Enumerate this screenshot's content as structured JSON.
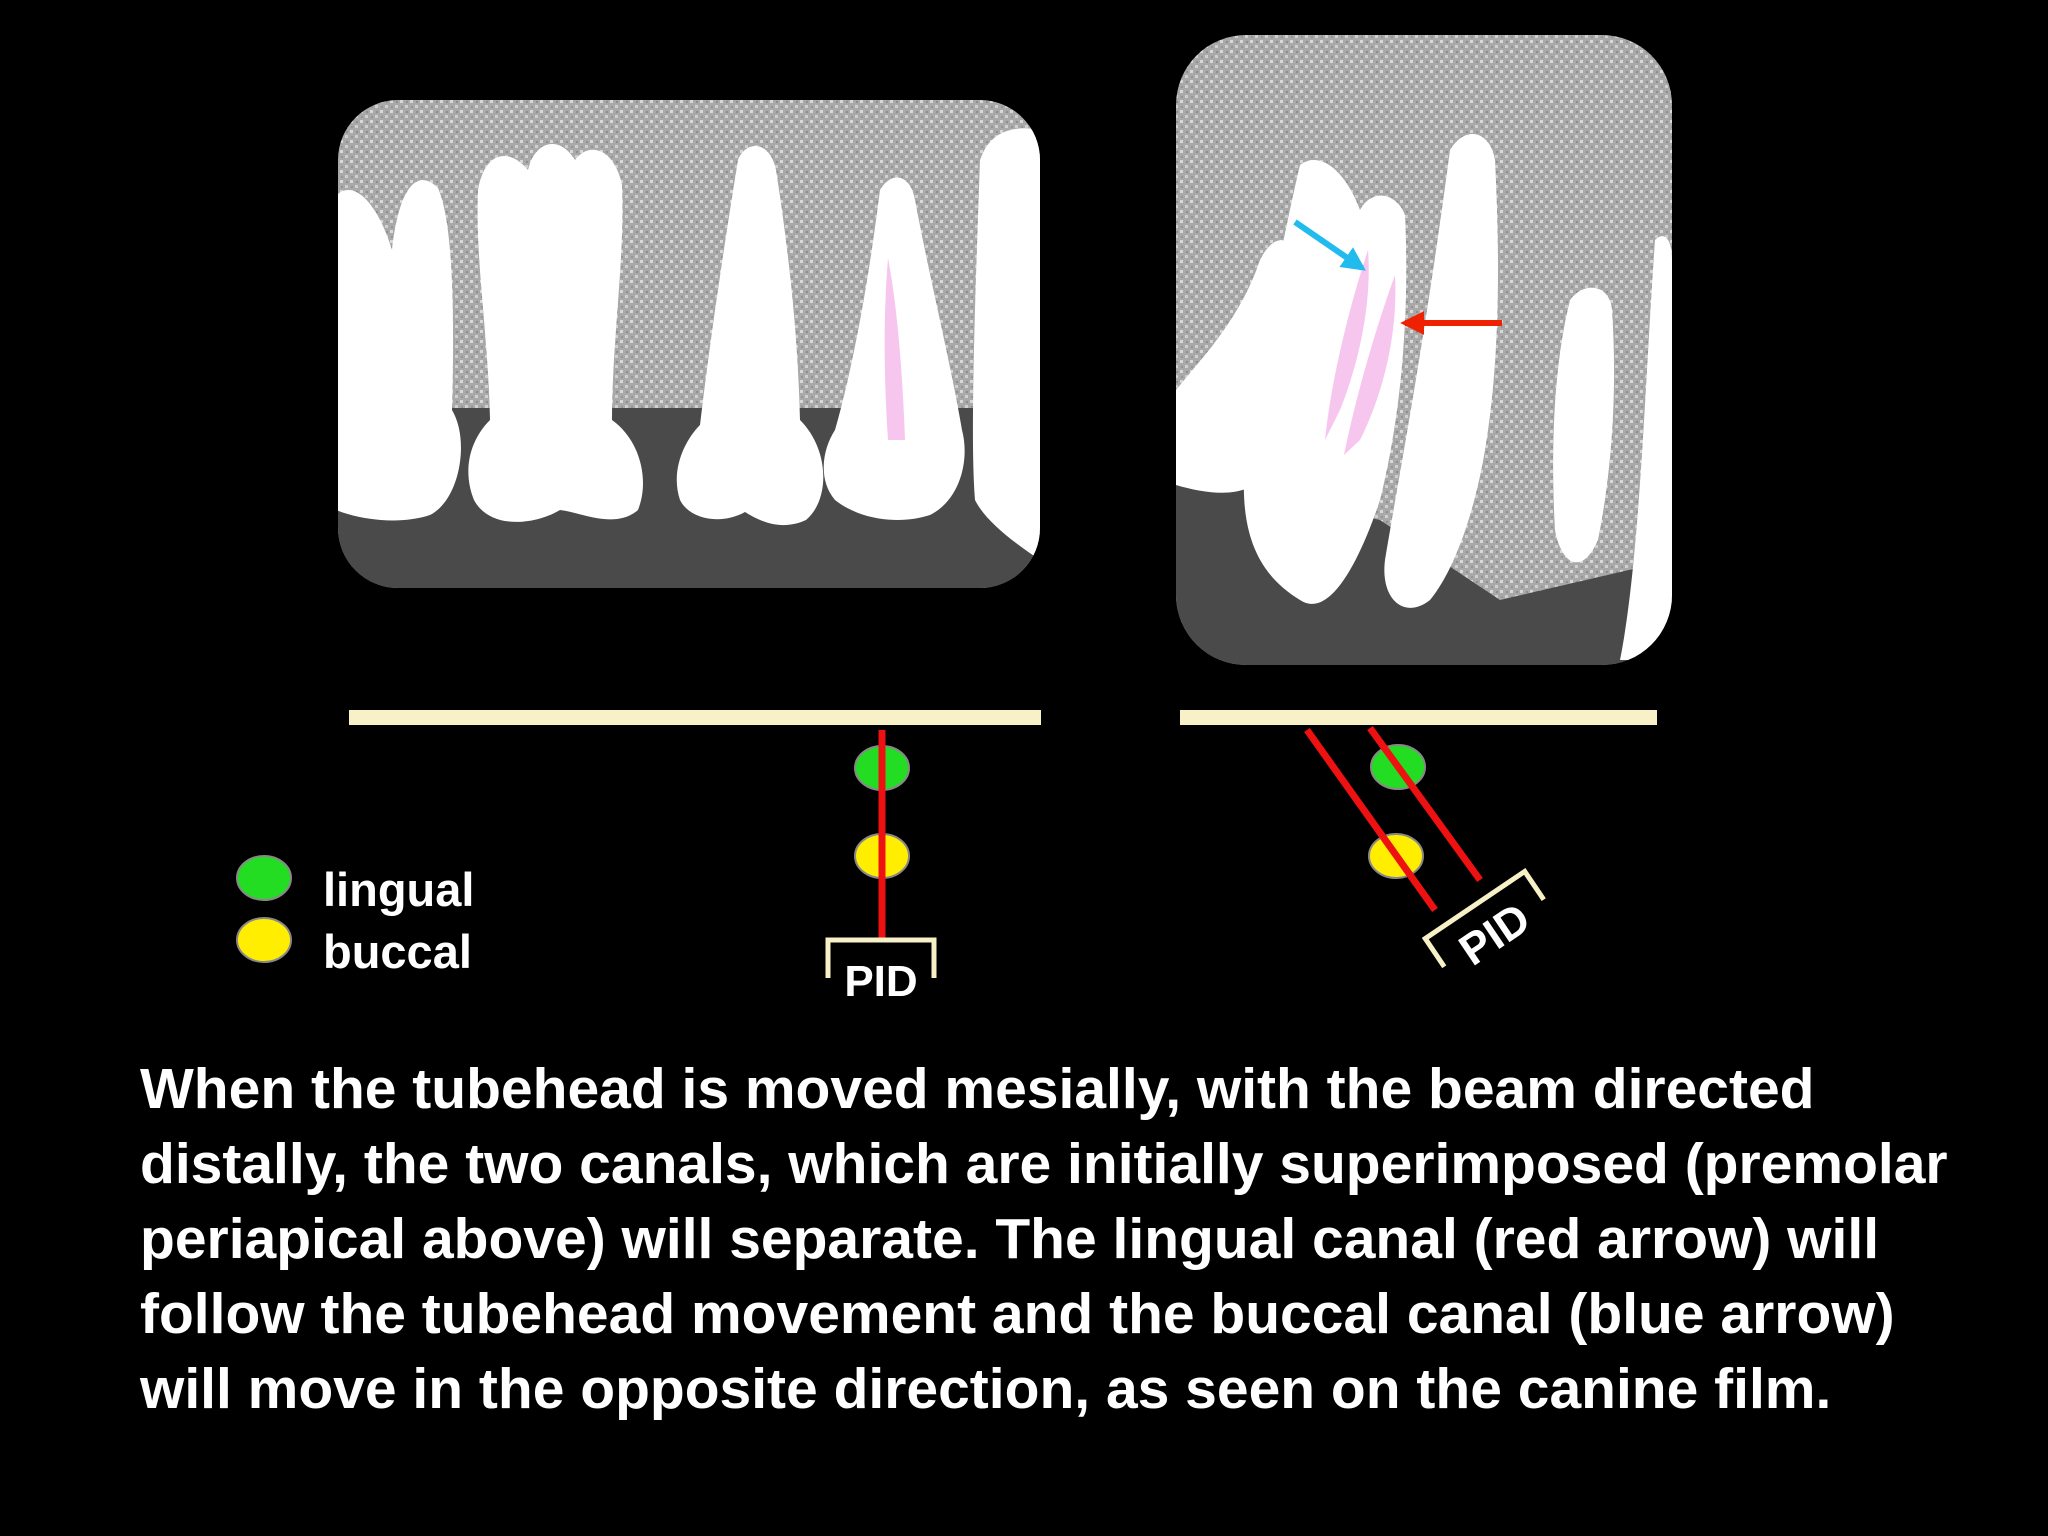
{
  "legend": {
    "lingual": {
      "label": "lingual",
      "color": "#22dd22"
    },
    "buccal": {
      "label": "buccal",
      "color": "#ffee00"
    }
  },
  "left_panel": {
    "pid_label": "PID"
  },
  "right_panel": {
    "pid_label": "PID"
  },
  "arrows": {
    "red_arrow_color": "#ee2200",
    "blue_arrow_color": "#22bbee"
  },
  "colors": {
    "background": "#000000",
    "film_bar": "#f8f0c6",
    "beam": "#ee1111",
    "tooth": "#ffffff",
    "canal": "#f7c6ee",
    "bone_pattern": "#a8a8a8",
    "soft_tissue": "#4a4a4a"
  },
  "caption": "When the tubehead is moved mesially, with the beam directed distally, the two canals, which are initially superimposed (premolar periapical above) will separate. The lingual canal (red arrow) will follow the tubehead movement and the buccal canal (blue arrow) will move in the opposite direction, as seen on the canine film."
}
